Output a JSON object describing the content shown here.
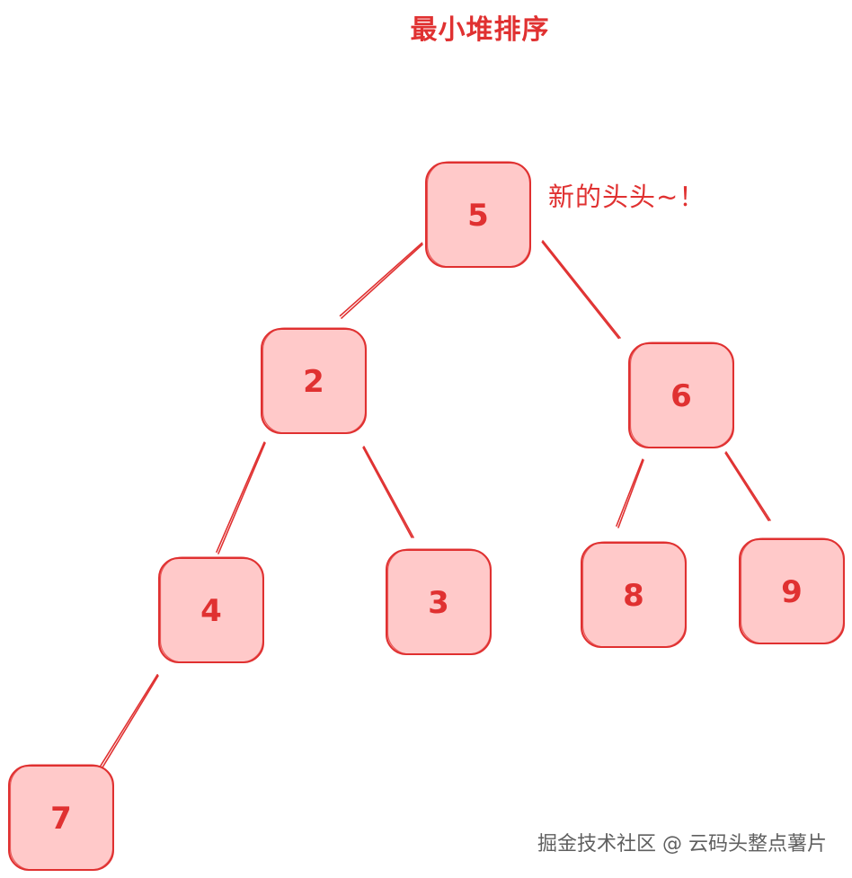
{
  "title": "最小堆排序",
  "annotation": "新的头头~！",
  "watermark": "掘金技术社区 @ 云码头整点薯片",
  "colors": {
    "stroke": "#e03131",
    "fill": "#ffc9c9",
    "watermark": "#444444"
  },
  "nodes": [
    {
      "id": "n5",
      "label": "5"
    },
    {
      "id": "n2",
      "label": "2"
    },
    {
      "id": "n6",
      "label": "6"
    },
    {
      "id": "n4",
      "label": "4"
    },
    {
      "id": "n3",
      "label": "3"
    },
    {
      "id": "n8",
      "label": "8"
    },
    {
      "id": "n9",
      "label": "9"
    },
    {
      "id": "n7",
      "label": "7"
    }
  ],
  "edges": [
    {
      "from": "n5",
      "to": "n2"
    },
    {
      "from": "n5",
      "to": "n6"
    },
    {
      "from": "n2",
      "to": "n4"
    },
    {
      "from": "n2",
      "to": "n3"
    },
    {
      "from": "n6",
      "to": "n8"
    },
    {
      "from": "n6",
      "to": "n9"
    },
    {
      "from": "n4",
      "to": "n7"
    }
  ]
}
